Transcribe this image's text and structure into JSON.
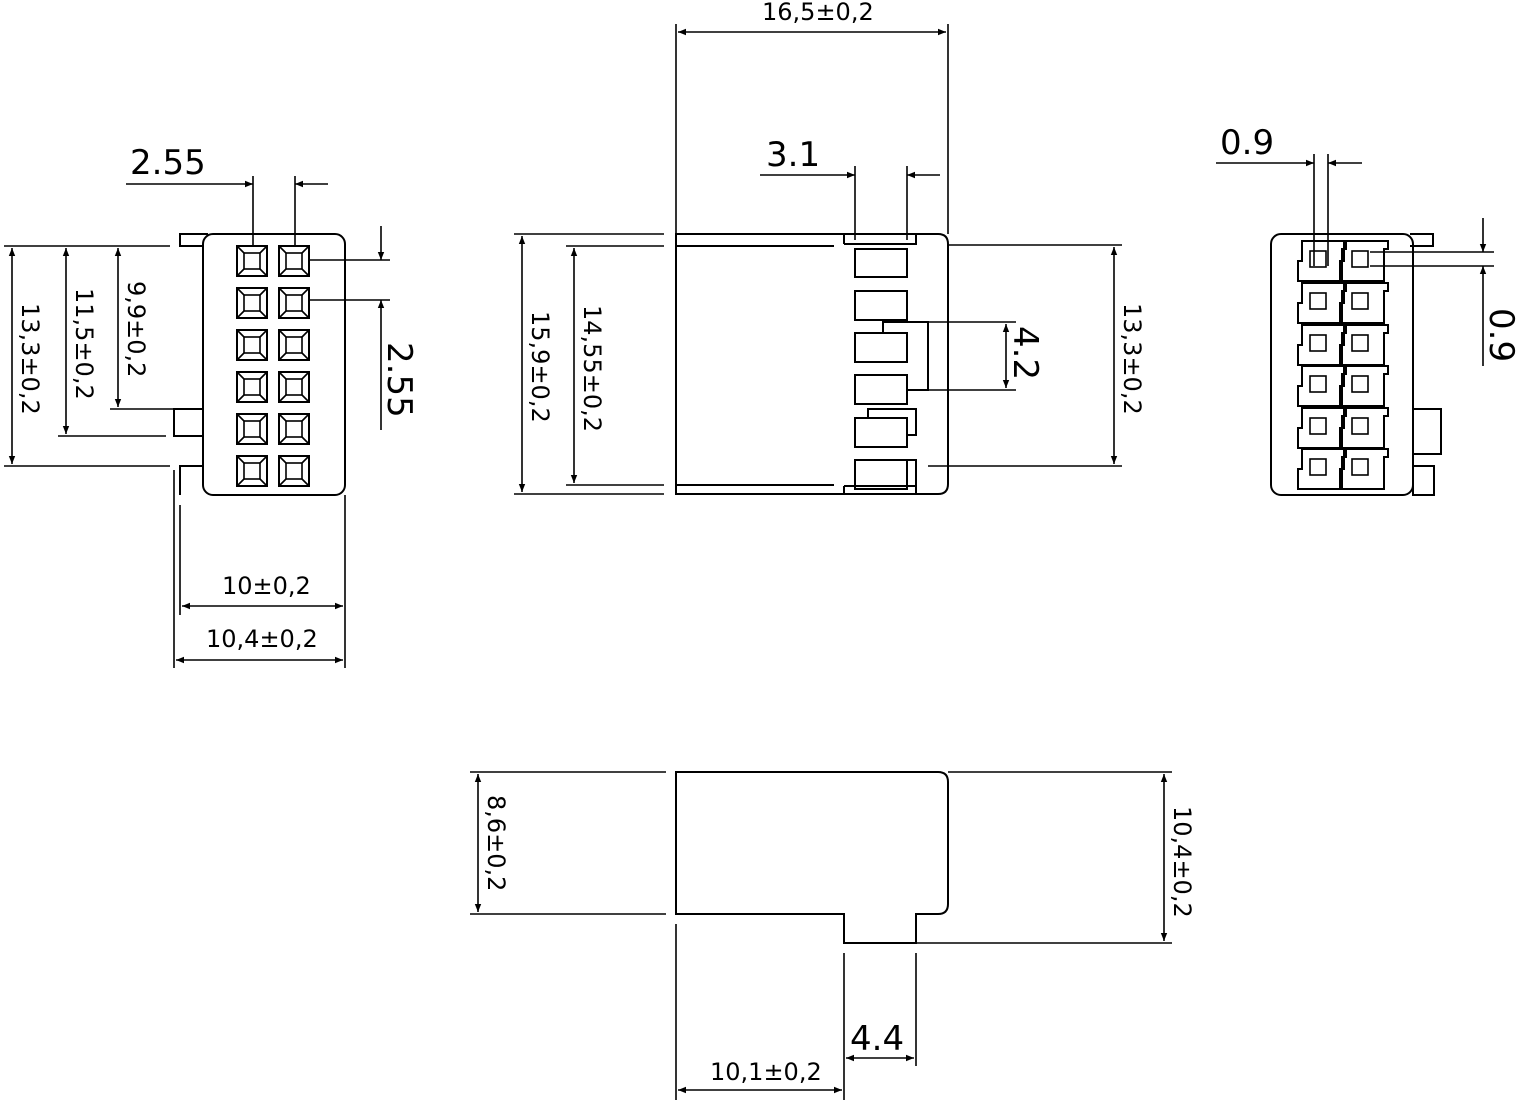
{
  "dimensions": {
    "front_pitch_h": "2.55",
    "front_pitch_v": "2.55",
    "front_h_outer": "13,3±0,2",
    "front_h_mid": "11,5±0,2",
    "front_h_inner": "9,9±0,2",
    "front_w_inner": "10±0,2",
    "front_w_outer": "10,4±0,2",
    "side_length": "16,5±0,2",
    "side_slot": "3.1",
    "side_h_outer": "15,9±0,2",
    "side_h_inner": "14,55±0,2",
    "side_latch": "4.2",
    "side_h_right": "13,3±0,2",
    "rear_w": "0.9",
    "rear_h": "0.9",
    "bottom_h_left": "8,6±0,2",
    "bottom_h_right": "10,4±0,2",
    "bottom_w": "10,1±0,2",
    "bottom_step": "4.4"
  },
  "colors": {
    "line": "#000000",
    "background": "#ffffff"
  }
}
